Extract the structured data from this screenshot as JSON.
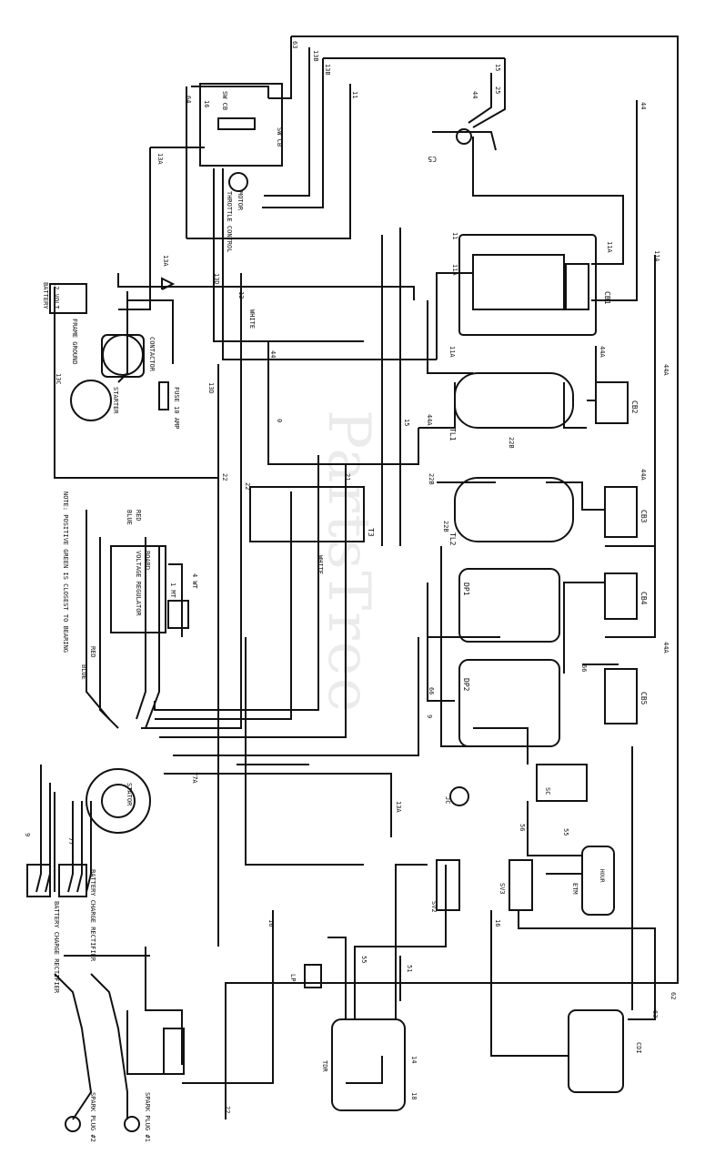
{
  "watermark": "PartsTree",
  "labels": [
    {
      "id": "lbl-c5",
      "text": "C5"
    },
    {
      "id": "lbl-swcb",
      "text": "SW CB"
    },
    {
      "id": "lbl-swcb2",
      "text": "SW CB"
    },
    {
      "id": "lbl-throttle",
      "text": "THROTTLE CONTROL"
    },
    {
      "id": "lbl-motor",
      "text": "MOTOR"
    },
    {
      "id": "lbl-battery",
      "text": "BATTERY"
    },
    {
      "id": "lbl-12v",
      "text": "12 VOLT"
    },
    {
      "id": "lbl-frameground",
      "text": "FRAME GROUND"
    },
    {
      "id": "lbl-contactor",
      "text": "CONTACTOR"
    },
    {
      "id": "lbl-starter",
      "text": "STARTER"
    },
    {
      "id": "lbl-fuse",
      "text": "FUSE 10 AMP"
    },
    {
      "id": "lbl-vreg",
      "text": "VOLTAGE REGULATOR"
    },
    {
      "id": "lbl-board",
      "text": "BOARD"
    },
    {
      "id": "lbl-note",
      "text": "NOTE: POSITIVE GREEN IS CLOSEST TO BEARING"
    },
    {
      "id": "lbl-stator",
      "text": "STATOR"
    },
    {
      "id": "lbl-battcharge",
      "text": "BATTERY CHARGE RECTIFIER"
    },
    {
      "id": "lbl-battcharge2",
      "text": "BATTERY CHARGE RECTIFIER"
    },
    {
      "id": "lbl-sparkplug2",
      "text": "SPARK PLUG #2"
    },
    {
      "id": "lbl-sparkplug1",
      "text": "SPARK PLUG #1"
    },
    {
      "id": "lbl-cb1",
      "text": "CB1"
    },
    {
      "id": "lbl-cb2",
      "text": "CB2"
    },
    {
      "id": "lbl-cb3",
      "text": "CB3"
    },
    {
      "id": "lbl-cb4",
      "text": "CB4"
    },
    {
      "id": "lbl-cb5",
      "text": "CB5"
    },
    {
      "id": "lbl-tl1",
      "text": "TL1"
    },
    {
      "id": "lbl-tl2",
      "text": "TL2"
    },
    {
      "id": "lbl-dp1",
      "text": "DP1"
    },
    {
      "id": "lbl-dp2",
      "text": "DP2"
    },
    {
      "id": "lbl-t3",
      "text": "T3"
    },
    {
      "id": "lbl-blue1",
      "text": "BLUE"
    },
    {
      "id": "lbl-red1",
      "text": "RED"
    },
    {
      "id": "lbl-blue2",
      "text": "BLUE"
    },
    {
      "id": "lbl-red2",
      "text": "RED"
    },
    {
      "id": "lbl-white1",
      "text": "WHITE"
    },
    {
      "id": "lbl-white2",
      "text": "WHITE"
    },
    {
      "id": "lbl-1mt",
      "text": "1 MT"
    },
    {
      "id": "lbl-4wt",
      "text": "4 WT"
    },
    {
      "id": "lbl-sv3",
      "text": "SV3"
    },
    {
      "id": "lbl-sv2",
      "text": "SV2"
    },
    {
      "id": "lbl-etm",
      "text": "ETM"
    },
    {
      "id": "lbl-cdi",
      "text": "CDI"
    },
    {
      "id": "lbl-tdr",
      "text": "TDR"
    },
    {
      "id": "lbl-lp",
      "text": "LP"
    },
    {
      "id": "lbl-jc",
      "text": "JC"
    },
    {
      "id": "lbl-sc",
      "text": "SC"
    },
    {
      "id": "lbl-hour",
      "text": "HOUR"
    }
  ],
  "wire_numbers": [
    "63",
    "13B",
    "13B",
    "15",
    "25",
    "11",
    "44",
    "44",
    "64",
    "16",
    "13A",
    "13A",
    "12",
    "13C",
    "13D",
    "13D",
    "22",
    "22",
    "44",
    "0",
    "21",
    "15",
    "11",
    "11A",
    "11A",
    "11A",
    "11A",
    "44A",
    "44A",
    "44A",
    "44A",
    "44A",
    "22B",
    "22B",
    "22B",
    "66",
    "66",
    "9",
    "9",
    "77",
    "77A",
    "13A",
    "55",
    "56",
    "16",
    "16",
    "51",
    "55",
    "62",
    "63",
    "22",
    "18",
    "14"
  ],
  "colors": {
    "line": "#111111",
    "background": "#ffffff",
    "watermark": "#000000"
  }
}
